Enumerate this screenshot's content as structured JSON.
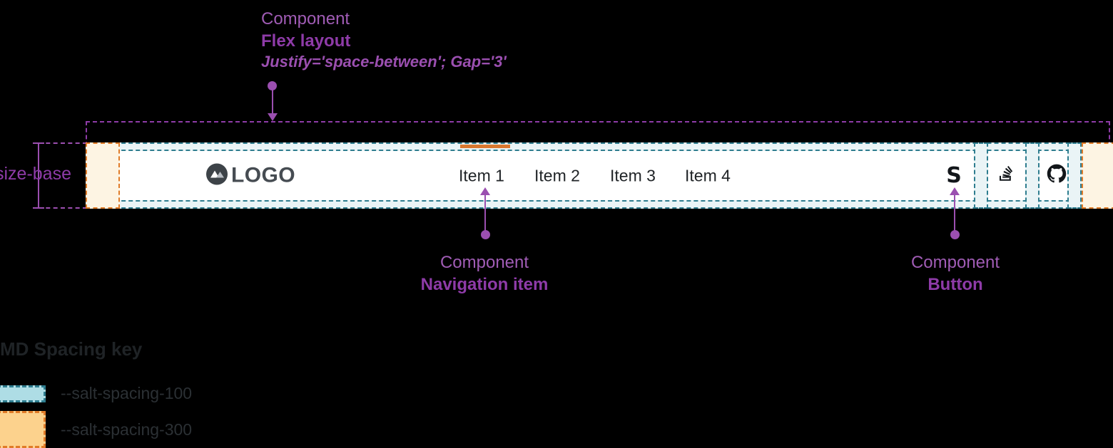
{
  "annotations": {
    "flex": {
      "kicker": "Component",
      "title": "Flex layout",
      "sub": "Justify='space-between'; Gap='3'"
    },
    "nav_item": {
      "kicker": "Component",
      "title": "Navigation item"
    },
    "button": {
      "kicker": "Component",
      "title": "Button"
    }
  },
  "measure": {
    "size_base_label": "size-base"
  },
  "header": {
    "logo": {
      "icon": "mountain-logo-icon",
      "text": "LOGO"
    },
    "nav_items": [
      {
        "label": "Item 1",
        "active": true
      },
      {
        "label": "Item 2",
        "active": false
      },
      {
        "label": "Item 3",
        "active": false
      },
      {
        "label": "Item 4",
        "active": false
      }
    ],
    "action_buttons": [
      {
        "icon": "salt-s-icon",
        "glyph": "S"
      },
      {
        "icon": "stack-overflow-icon",
        "glyph": ""
      },
      {
        "icon": "github-icon",
        "glyph": ""
      }
    ]
  },
  "spacing_key": {
    "title": "MD Spacing key",
    "items": [
      {
        "token": "--salt-spacing-100",
        "fill": "#aedde5",
        "border": "#2e7d8f"
      },
      {
        "token": "--salt-spacing-300",
        "fill": "#fcd28d",
        "border": "#e07b28"
      }
    ]
  },
  "colors": {
    "annotation_purple": "#9b4fb0",
    "spacing_100_fill": "#eaf4f6",
    "spacing_100_border": "#2e7d8f",
    "spacing_300_fill": "#fdf4e3",
    "spacing_300_border": "#e07b28",
    "active_indicator": "#d9772e",
    "logo_dark": "#3d4348",
    "background": "#000000"
  }
}
